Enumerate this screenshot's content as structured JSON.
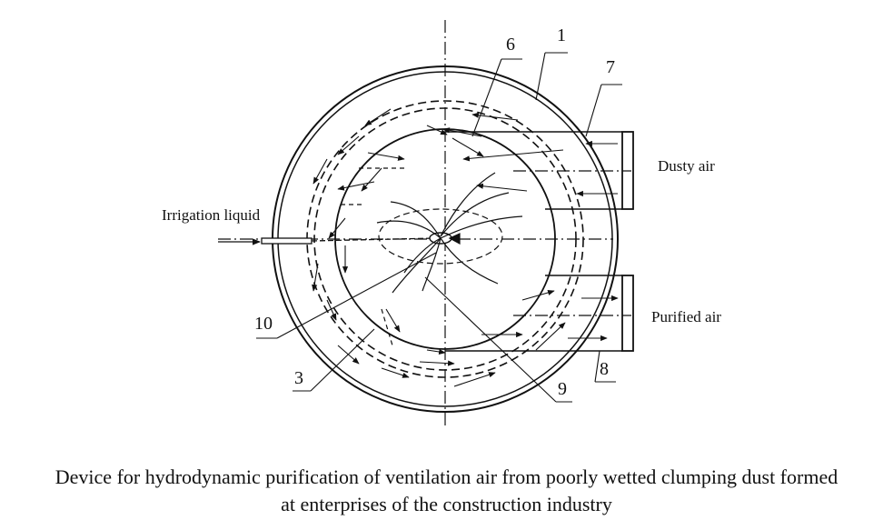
{
  "labels": {
    "irrigation": "Irrigation liquid",
    "dusty": "Dusty air",
    "purified": "Purified air"
  },
  "numbers": {
    "n1": "1",
    "n3": "3",
    "n6": "6",
    "n7": "7",
    "n8": "8",
    "n9": "9",
    "n10": "10"
  },
  "caption": {
    "line1": "Device for hydrodynamic purification of ventilation air from poorly wetted clumping dust formed",
    "line2": "at enterprises of the construction industry"
  }
}
